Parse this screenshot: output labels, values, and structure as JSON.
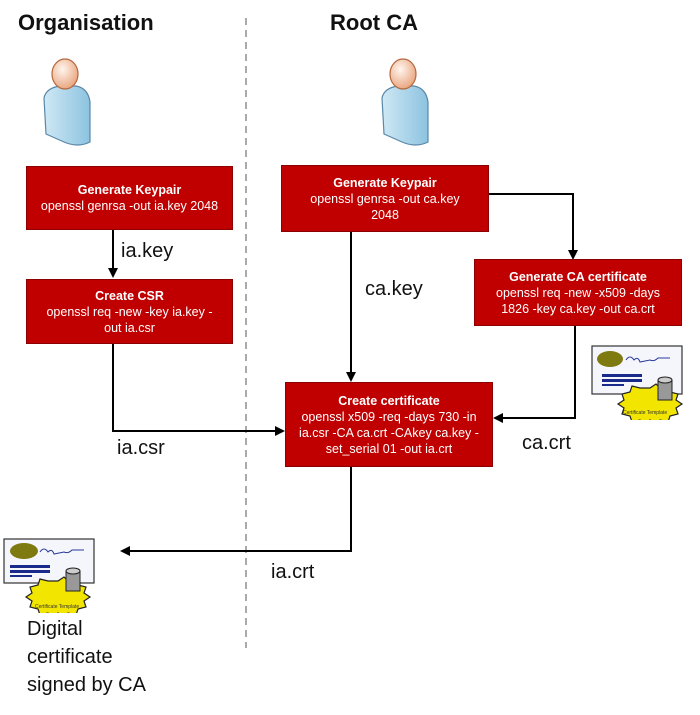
{
  "lanes": {
    "left_title": "Organisation",
    "right_title": "Root CA"
  },
  "icons": {
    "person": "user-icon",
    "certificate": "certificate-template-icon",
    "certificate_caption": "Certificate Template"
  },
  "boxes": {
    "org_keypair": {
      "title": "Generate Keypair",
      "lines": [
        "openssl genrsa -out ia.key 2048"
      ]
    },
    "org_csr": {
      "title": "Create CSR",
      "lines": [
        "openssl req -new -key ia.key -",
        "out ia.csr"
      ]
    },
    "ca_keypair": {
      "title": "Generate Keypair",
      "lines": [
        "openssl genrsa -out ca.key",
        "2048"
      ]
    },
    "ca_cert": {
      "title": "Generate CA certificate",
      "lines": [
        "openssl req -new -x509 -days",
        "1826 -key ca.key -out ca.crt"
      ]
    },
    "create_cert": {
      "title": "Create certificate",
      "lines": [
        "openssl x509 -req -days 730 -in",
        "ia.csr -CA ca.crt -CAkey ca.key -",
        "set_serial 01 -out ia.crt"
      ]
    }
  },
  "edge_labels": {
    "ia_key": "ia.key",
    "ca_key": "ca.key",
    "ia_csr": "ia.csr",
    "ca_crt": "ca.crt",
    "ia_crt": "ia.crt"
  },
  "result_caption": [
    "Digital",
    "certificate",
    "signed by CA"
  ],
  "colors": {
    "box_fill": "#c00000",
    "box_text": "#ffffff",
    "arrow": "#000000"
  }
}
